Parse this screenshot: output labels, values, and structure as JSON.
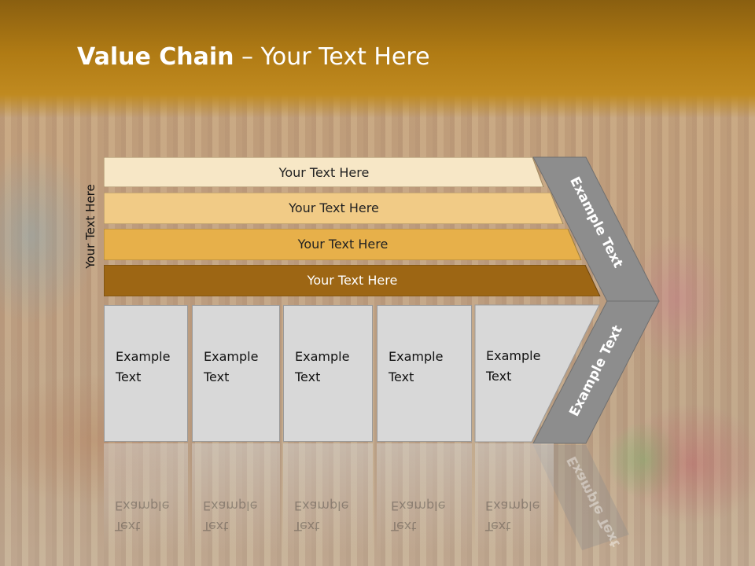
{
  "title": {
    "bold": "Value Chain",
    "rest": " – Your Text Here"
  },
  "side_label": "Your Text Here",
  "bars": [
    {
      "label": "Your Text Here",
      "color": "#f7e7c6",
      "text_color": "#222222"
    },
    {
      "label": "Your Text Here",
      "color": "#f1cb86",
      "text_color": "#222222"
    },
    {
      "label": "Your Text Here",
      "color": "#e7b04a",
      "text_color": "#222222"
    },
    {
      "label": "Your Text Here",
      "color": "#9d6614",
      "text_color": "#ffffff"
    }
  ],
  "boxes": [
    {
      "line1": "Example",
      "line2": "Text"
    },
    {
      "line1": "Example",
      "line2": "Text"
    },
    {
      "line1": "Example",
      "line2": "Text"
    },
    {
      "line1": "Example",
      "line2": "Text"
    },
    {
      "line1": "Example",
      "line2": "Text"
    }
  ],
  "chevron": {
    "upper_label": "Example Text",
    "lower_label": "Example Text",
    "color": "#8a8a8a"
  }
}
